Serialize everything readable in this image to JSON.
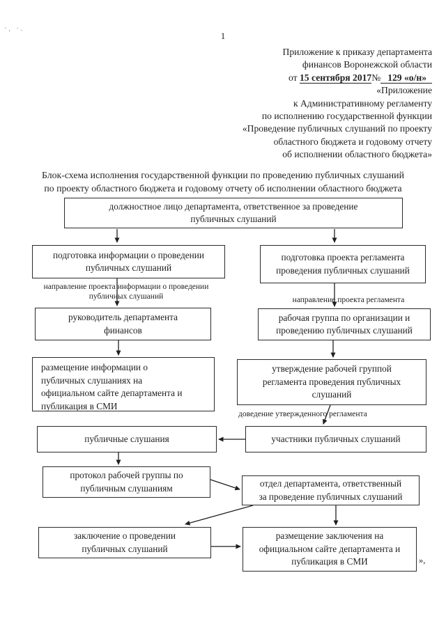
{
  "colors": {
    "ink": "#1f1f1f",
    "paper": "#ffffff"
  },
  "page": {
    "number": "1",
    "corner_marks": "·, ·.",
    "trailing_mark": "»,"
  },
  "header": {
    "line1": "Приложение к приказу департамента",
    "line2": "финансов Воронежской области",
    "line3_prefix": "от",
    "line3_date": "15 сентября 2017",
    "line3_numsign": "№",
    "line3_number": "129 «о/н»",
    "line4": "«Приложение",
    "line5": "к Административному регламенту",
    "line6": "по исполнению государственной функции",
    "line7": "«Проведение публичных слушаний по проекту",
    "line8": "областного бюджета и годовому отчету",
    "line9": "об исполнении областного бюджета»"
  },
  "title": {
    "line1": "Блок-схема исполнения государственной функции по проведению публичных слушаний",
    "line2": "по проекту областного бюджета и годовому отчету об исполнении областного бюджета"
  },
  "flowchart": {
    "nodes": {
      "official": "должностное лицо департамента, ответственное за проведение\nпубличных слушаний",
      "prep_info": "подготовка информации о проведении\nпубличных слушаний",
      "prep_reglament": "подготовка проекта регламента\nпроведения публичных слушаний",
      "head_dept": "руководитель департамента\nфинансов",
      "work_group": "рабочая группа по организации и\nпроведению публичных слушаний",
      "publish_info": "размещение информации о\nпубличных слушаниях на\nофициальном сайте департамента и\nпубликация в СМИ",
      "approve_reglament": "утверждение рабочей  группой\nрегламента проведения публичных\nслушаний",
      "hearings": "публичные слушания",
      "participants": "участники публичных слушаний",
      "protocol": "протокол рабочей группы по\nпубличным слушаниям",
      "dept_unit": "отдел департамента, ответственный\nза проведение публичных слушаний",
      "conclusion": "заключение о проведении\nпубличных слушаний",
      "publish_conclusion": "размещение заключения на\nофициальном сайте департамента и\nпубликация в СМИ"
    },
    "edge_labels": {
      "send_info": "направление проекта информации о проведении\nпубличных слушаний",
      "send_reglament": "направление проекта регламента",
      "deliver_reglament": "доведение утвержденного регламента"
    }
  }
}
